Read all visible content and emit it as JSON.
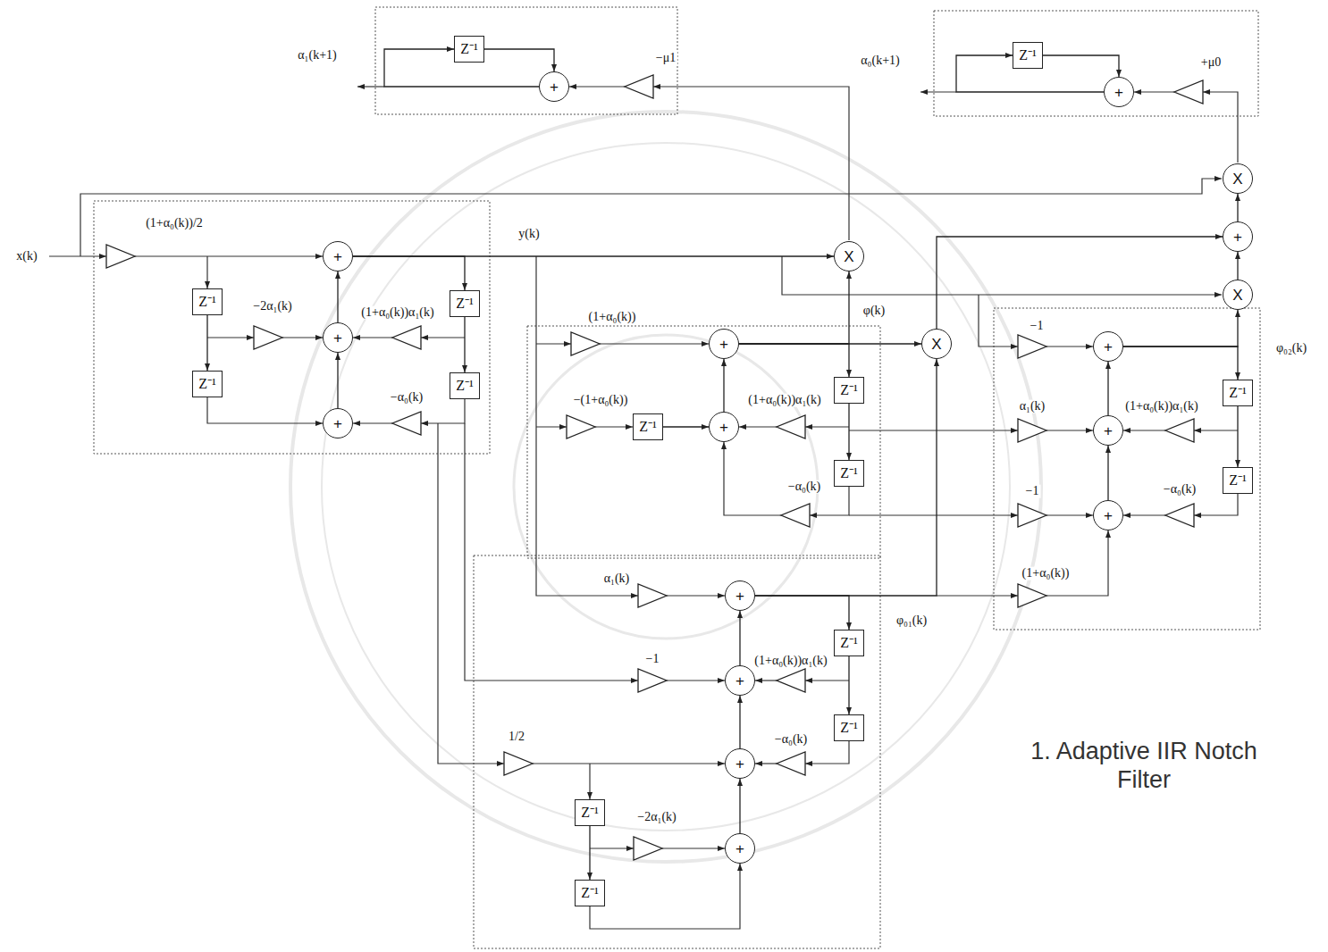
{
  "diagram": {
    "caption": "1. Adaptive IIR Notch Filter",
    "nodes": [
      {
        "text": [
          "Z⁻¹"
        ]
      },
      {
        "text": [
          "+"
        ]
      },
      {
        "text": [
          "Z⁻¹"
        ]
      },
      {
        "text": [
          "+"
        ]
      },
      {
        "text": [
          "X"
        ]
      },
      {
        "text": [
          "+"
        ]
      },
      {
        "text": [
          "+"
        ]
      },
      {
        "text": [
          "X"
        ]
      },
      {
        "text": [
          "X"
        ]
      },
      {
        "text": [
          "Z⁻¹"
        ]
      },
      {
        "text": [
          "Z⁻¹"
        ]
      },
      {
        "text": [
          "+"
        ]
      },
      {
        "text": [
          "X"
        ]
      },
      {
        "text": [
          "+"
        ]
      },
      {
        "text": [
          "+"
        ]
      },
      {
        "text": [
          "Z⁻¹"
        ]
      },
      {
        "text": [
          "Z⁻¹"
        ]
      },
      {
        "text": [
          "Z⁻¹"
        ]
      },
      {
        "text": [
          "Z⁻¹"
        ]
      },
      {
        "text": [
          "+"
        ]
      },
      {
        "text": [
          "Z⁻¹"
        ]
      },
      {
        "text": [
          "+"
        ]
      },
      {
        "text": [
          "+"
        ]
      },
      {
        "text": [
          "Z⁻¹"
        ]
      },
      {
        "text": [
          "Z⁻¹"
        ]
      },
      {
        "text": [
          "+"
        ]
      },
      {
        "text": [
          "+"
        ]
      },
      {
        "text": [
          "Z⁻¹"
        ]
      },
      {
        "text": [
          "+"
        ]
      },
      {
        "text": [
          "Z⁻¹"
        ]
      },
      {
        "text": [
          "+"
        ]
      },
      {
        "text": [
          "Z⁻¹"
        ]
      },
      {
        "text": [
          "+"
        ]
      },
      {
        "text": [
          "Z⁻¹"
        ]
      }
    ],
    "edges": [
      {
        "from": 0,
        "to": 1,
        "arrow": "to"
      },
      {
        "from": 1,
        "to": 0,
        "arrow": "to"
      },
      {
        "from": 2,
        "to": 3,
        "arrow": "to"
      },
      {
        "from": 3,
        "to": 2,
        "arrow": "to"
      },
      {
        "from": 8,
        "to": 5,
        "arrow": "to"
      },
      {
        "from": 5,
        "to": 4,
        "arrow": "to"
      },
      {
        "from": 12,
        "to": 5,
        "arrow": "to"
      },
      {
        "from": 11,
        "to": 6,
        "arrow": "to"
      },
      {
        "from": 19,
        "to": 11,
        "arrow": "to"
      },
      {
        "from": 9,
        "to": 17,
        "arrow": "to"
      },
      {
        "from": 10,
        "to": 18,
        "arrow": "to"
      },
      {
        "from": 6,
        "to": 7,
        "arrow": "to"
      },
      {
        "from": 6,
        "to": 10,
        "arrow": "to"
      },
      {
        "from": 21,
        "to": 13,
        "arrow": "to"
      },
      {
        "from": 20,
        "to": 21,
        "arrow": "to"
      },
      {
        "from": 13,
        "to": 12,
        "arrow": "to"
      },
      {
        "from": 13,
        "to": 15,
        "arrow": "to"
      },
      {
        "from": 13,
        "to": 7,
        "arrow": "to"
      },
      {
        "from": 15,
        "to": 23,
        "arrow": "to"
      },
      {
        "from": 28,
        "to": 26,
        "arrow": "to"
      },
      {
        "from": 30,
        "to": 28,
        "arrow": "to"
      },
      {
        "from": 32,
        "to": 30,
        "arrow": "to"
      },
      {
        "from": 27,
        "to": 29,
        "arrow": "to"
      },
      {
        "from": 31,
        "to": 33,
        "arrow": "to"
      },
      {
        "from": 26,
        "to": 27,
        "arrow": "to"
      },
      {
        "from": 26,
        "to": 12,
        "arrow": "to"
      },
      {
        "from": 25,
        "to": 22,
        "arrow": "to"
      },
      {
        "from": 22,
        "to": 14,
        "arrow": "to"
      },
      {
        "from": 16,
        "to": 24,
        "arrow": "to"
      },
      {
        "from": 14,
        "to": 8,
        "arrow": "to"
      },
      {
        "from": 14,
        "to": 16,
        "arrow": "to"
      }
    ],
    "labels": [
      "α₁(k+1)",
      "−μ1",
      "α₀(k+1)",
      "+μ0",
      "x(k)",
      "(1+α₀(k))/2",
      "y(k)",
      "−2α₁(k)",
      "(1+α₀(k))α₁(k)",
      "−α₀(k)",
      "(1+α₀(k))",
      "φ(k)",
      "−(1+α₀(k))",
      "(1+α₀(k))α₁(k)",
      "−α₀(k)",
      "−1",
      "α₁(k)",
      "(1+α₀(k))α₁(k)",
      "−1",
      "−α₀(k)",
      "(1+α₀(k))",
      "φ₀₂(k)",
      "α₁(k)",
      "φ₀₁(k)",
      "−1",
      "(1+α₀(k))α₁(k)",
      "−α₀(k)",
      "1/2",
      "−2α₁(k)"
    ]
  }
}
